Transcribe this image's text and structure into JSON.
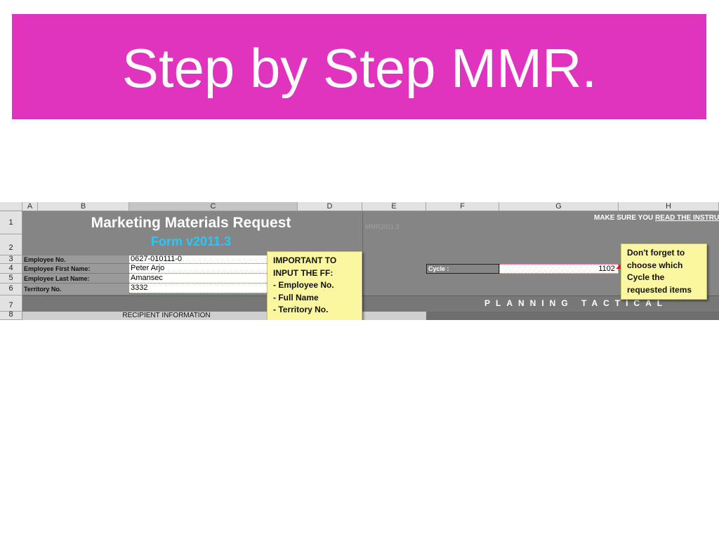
{
  "slide": {
    "title": "Step by Step MMR."
  },
  "sheet": {
    "columns": [
      "A",
      "B",
      "C",
      "D",
      "E",
      "F",
      "G",
      "H"
    ],
    "rows": [
      "1",
      "2",
      "3",
      "4",
      "5",
      "6",
      "7",
      "8"
    ],
    "form_title": "Marketing Materials Request",
    "form_version": "Form v2011.3",
    "mmr_code": "MMR2011.3",
    "make_sure_prefix": "MAKE SURE YOU ",
    "make_sure_link": "READ THE INSTRU",
    "fields": [
      {
        "label": "Employee No.",
        "value": "0627-010111-0"
      },
      {
        "label": "Employee First Name:",
        "value": "Peter Arjo"
      },
      {
        "label": "Employee Last Name:",
        "value": "Amansec"
      },
      {
        "label": "Territory No.",
        "value": "3332"
      }
    ],
    "cycle_label": "Cycle :",
    "cycle_value": "1102",
    "planning_text": "PLANNING  TACTICAL",
    "recipient_header": "RECIPIENT INFORMATION",
    "note_important": [
      "IMPORTANT TO",
      "INPUT THE FF:",
      "- Employee No.",
      "- Full Name",
      "- Territory No."
    ],
    "note_cycle": [
      "Don't forget to",
      "choose which",
      "Cycle the",
      "requested items"
    ],
    "colors": {
      "banner": "#e033be",
      "version_text": "#22c8ff",
      "note_bg": "#fbf7a0",
      "sheet_bg": "#858585"
    }
  }
}
